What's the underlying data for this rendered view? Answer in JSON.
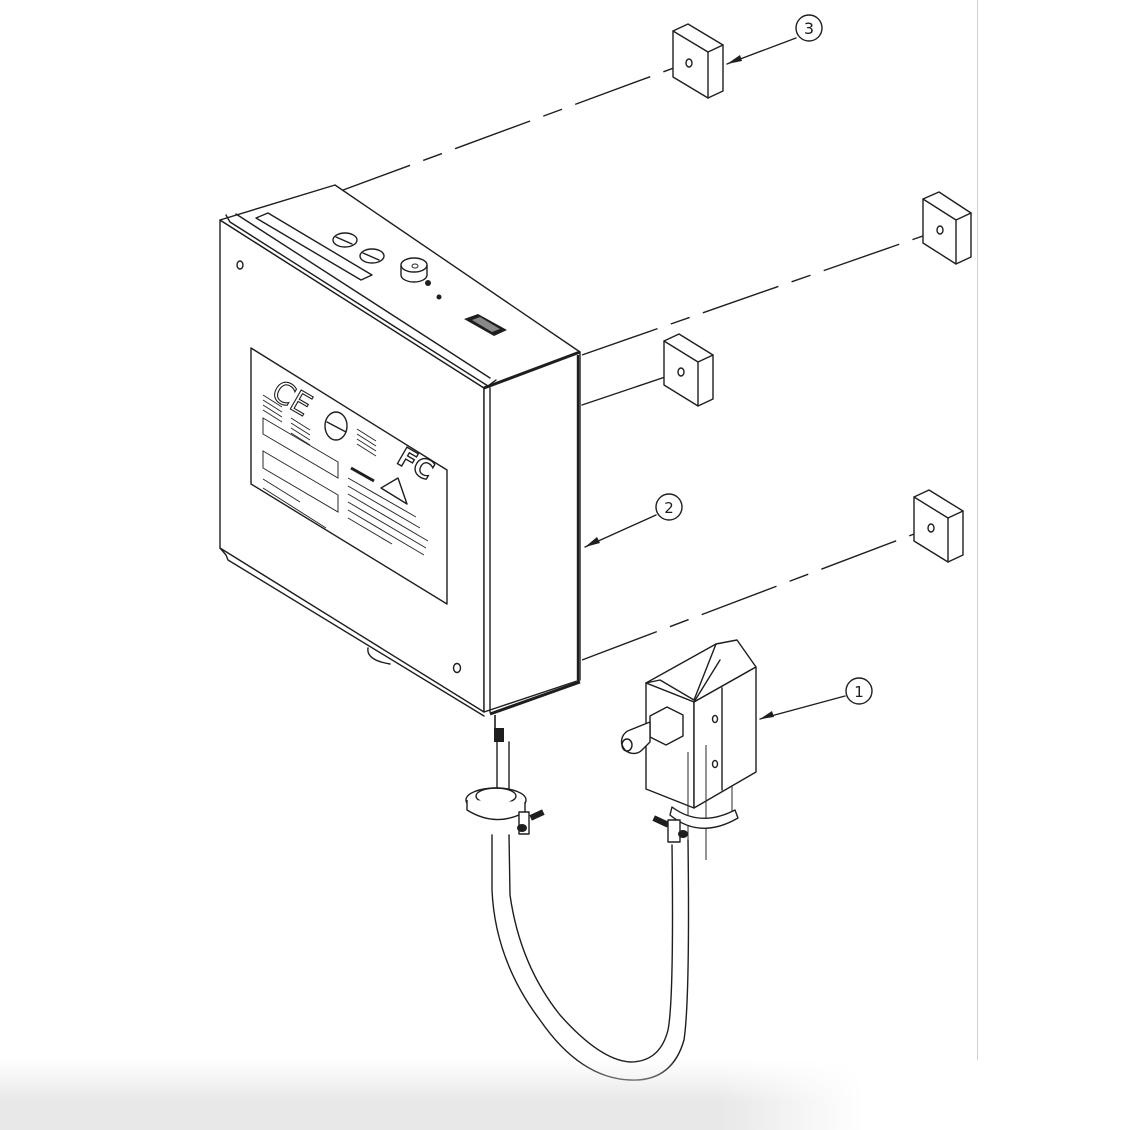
{
  "diagram": {
    "type": "exploded-assembly-drawing",
    "callouts": [
      {
        "id": "callout-1",
        "label": "1",
        "target": "sensor-actuator-unit"
      },
      {
        "id": "callout-2",
        "label": "2",
        "target": "control-enclosure-box"
      },
      {
        "id": "callout-3",
        "label": "3",
        "target": "mounting-spacer-block"
      }
    ],
    "label_plate": {
      "marks": [
        "CE",
        "FC"
      ]
    },
    "colors": {
      "line": "#1e1e1e",
      "background": "#ffffff",
      "border": "#cfcfcf"
    }
  }
}
